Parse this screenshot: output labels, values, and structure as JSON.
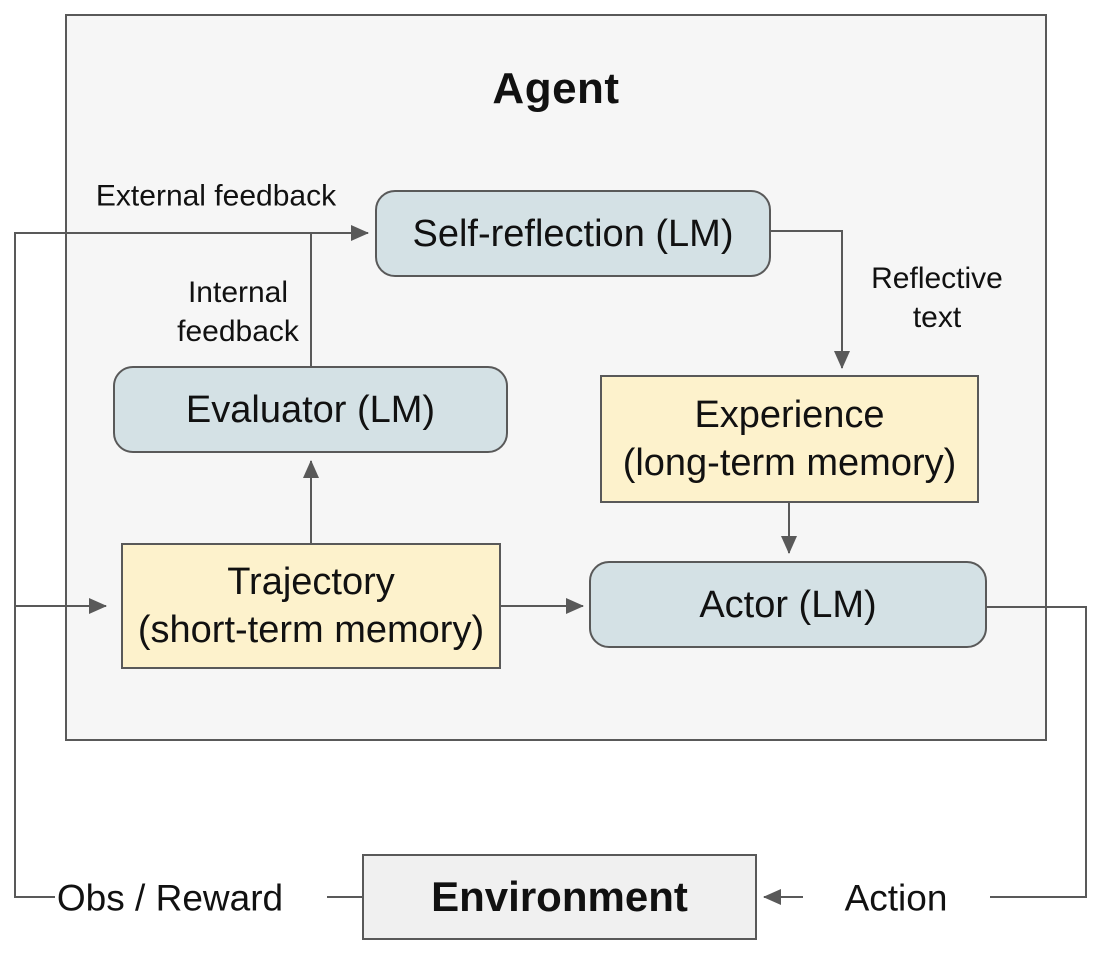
{
  "diagram": {
    "agent_title": "Agent",
    "nodes": {
      "self_reflection": {
        "label": "Self-reflection (LM)"
      },
      "evaluator": {
        "label": "Evaluator (LM)"
      },
      "experience": {
        "title": "Experience",
        "subtitle": "(long-term memory)"
      },
      "trajectory": {
        "title": "Trajectory",
        "subtitle": "(short-term memory)"
      },
      "actor": {
        "label": "Actor (LM)"
      },
      "environment": {
        "label": "Environment"
      }
    },
    "edge_labels": {
      "external_feedback": "External feedback",
      "internal_feedback": {
        "line1": "Internal",
        "line2": "feedback"
      },
      "reflective_text": {
        "line1": "Reflective",
        "line2": "text"
      },
      "obs_reward": "Obs / Reward",
      "action": "Action"
    },
    "colors": {
      "lm_box_fill": "#d4e1e5",
      "memory_box_fill": "#fdf2cc",
      "environment_fill": "#f0f0f0",
      "agent_fill": "#f6f6f6",
      "stroke": "#595959",
      "text": "#111111"
    }
  }
}
